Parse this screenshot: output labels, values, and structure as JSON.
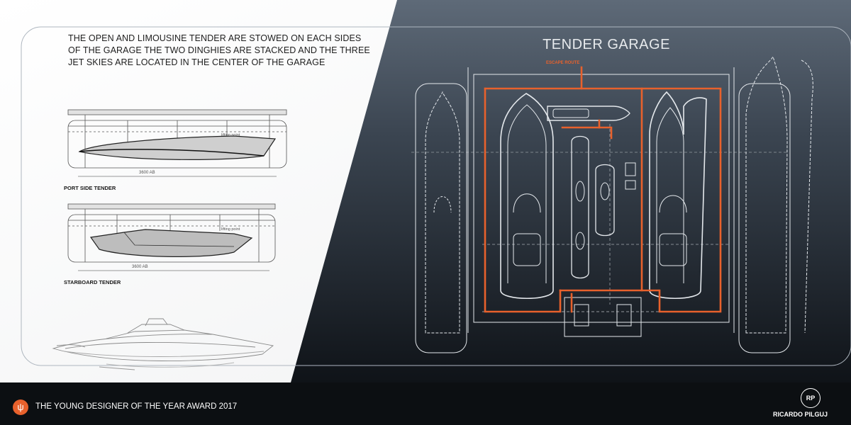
{
  "intro_text": "THE OPEN AND LIMOUSINE TENDER ARE STOWED ON EACH SIDES OF THE GARAGE THE TWO DINGHIES ARE STACKED AND THE THREE JET SKIES ARE LOCATED IN THE CENTER OF THE GARAGE",
  "port_label": "PORT SIDE TENDER",
  "starboard_label": "STARBOARD TENDER",
  "garage_title": "TENDER GARAGE",
  "escape_route_label": "ESCAPE ROUTE",
  "lifting_label": "lifting point",
  "dimension_label": "3600 AB",
  "award_text": "THE YOUNG DESIGNER OF THE YEAR AWARD 2017",
  "designer_name": "RICARDO PILGUJ",
  "logo_monogram": "RP",
  "colors": {
    "accent": "#e8612c",
    "dark_panel": "#2c3540",
    "footer": "#0d1013",
    "line": "#dfe4e9"
  }
}
